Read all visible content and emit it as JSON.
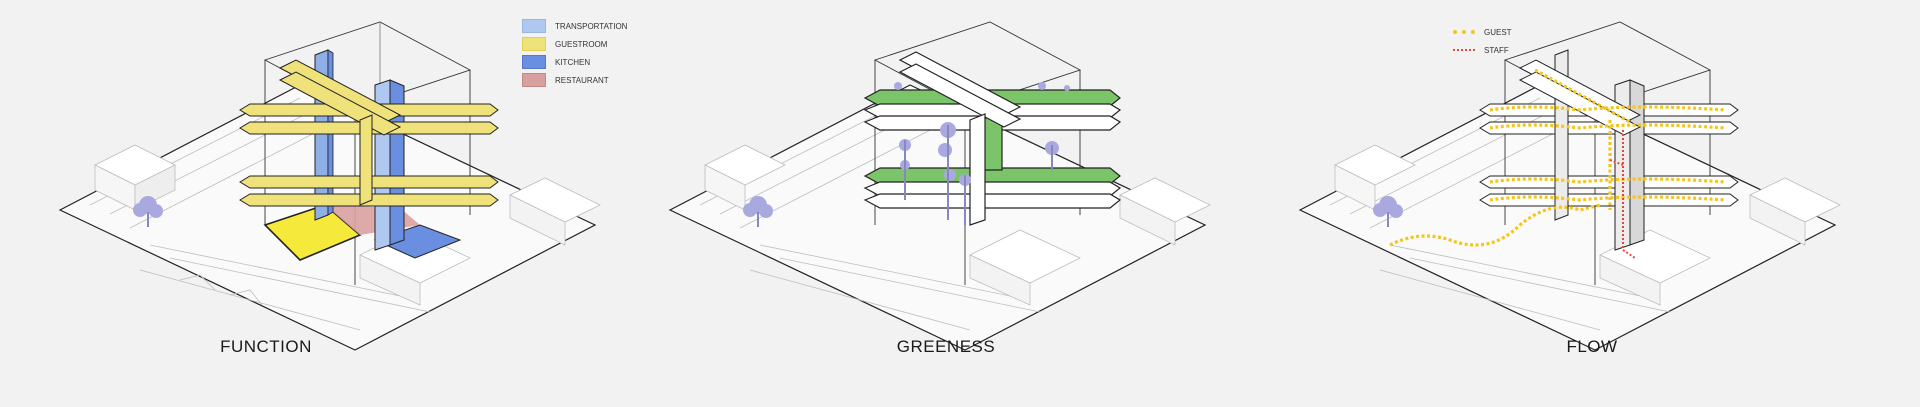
{
  "colors": {
    "background": "#f2f2f2",
    "transportation": "#aec8f0",
    "guestroom": "#f0e27a",
    "kitchen": "#6a8ee0",
    "restaurant": "#d9a0a0",
    "greenery": "#7cc46a",
    "trees": "#a9a9e0",
    "guest_flow": "#f5c518",
    "staff_flow": "#e8463c"
  },
  "diagrams": {
    "function": {
      "caption": "FUNCTION",
      "legend": [
        {
          "label": "TRANSPORTATION",
          "color": "#aec8f0"
        },
        {
          "label": "GUESTROOM",
          "color": "#f0e27a"
        },
        {
          "label": "KITCHEN",
          "color": "#6a8ee0"
        },
        {
          "label": "RESTAURANT",
          "color": "#d9a0a0"
        }
      ]
    },
    "greeness": {
      "caption": "GREENESS"
    },
    "flow": {
      "caption": "FLOW",
      "legend": [
        {
          "label": "GUEST",
          "color": "#f5c518",
          "style": "dotted-thick"
        },
        {
          "label": "STAFF",
          "color": "#e8463c",
          "style": "dotted-thin"
        }
      ]
    }
  }
}
